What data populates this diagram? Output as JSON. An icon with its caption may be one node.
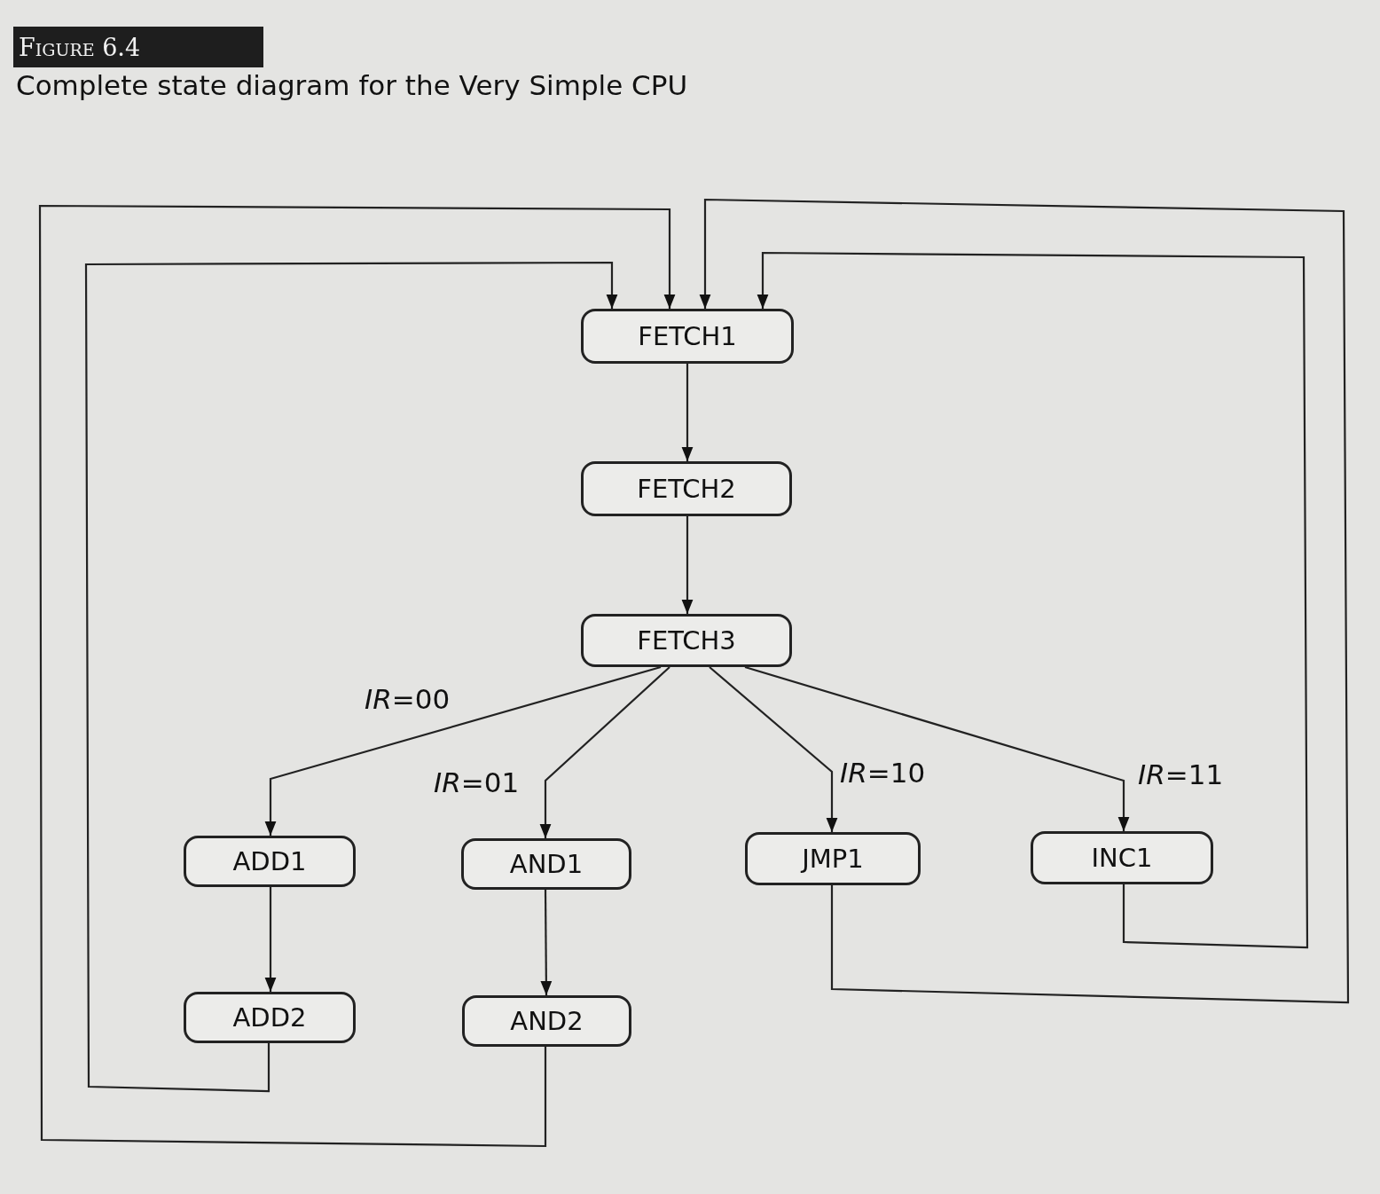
{
  "diagram": {
    "title": "Figure 6.4",
    "caption": "Complete state diagram for the Very Simple CPU",
    "nodes": [
      {
        "text": [
          "FETCH1"
        ]
      },
      {
        "text": [
          "FETCH2"
        ]
      },
      {
        "text": [
          "FETCH3"
        ]
      },
      {
        "text": [
          "ADD1"
        ]
      },
      {
        "text": [
          "AND1"
        ]
      },
      {
        "text": [
          "JMP1"
        ]
      },
      {
        "text": [
          "INC1"
        ]
      },
      {
        "text": [
          "ADD2"
        ]
      },
      {
        "text": [
          "AND2"
        ]
      }
    ],
    "edges": [
      {
        "from": 0,
        "to": 1,
        "arrow": "to"
      },
      {
        "from": 1,
        "to": 2,
        "arrow": "to"
      },
      {
        "from": 2,
        "to": 3,
        "arrow": "to",
        "label": "*IR*=00"
      },
      {
        "from": 2,
        "to": 4,
        "arrow": "to",
        "label": "*IR*=01"
      },
      {
        "from": 2,
        "to": 5,
        "arrow": "to",
        "label": "*IR*=10"
      },
      {
        "from": 2,
        "to": 6,
        "arrow": "to",
        "label": "*IR*=11"
      },
      {
        "from": 3,
        "to": 7,
        "arrow": "to"
      },
      {
        "from": 4,
        "to": 8,
        "arrow": "to"
      },
      {
        "from": 7,
        "to": 0,
        "arrow": "to"
      },
      {
        "from": 8,
        "to": 0,
        "arrow": "to"
      },
      {
        "from": 5,
        "to": 0,
        "arrow": "to"
      },
      {
        "from": 6,
        "to": 0,
        "arrow": "to"
      }
    ]
  }
}
